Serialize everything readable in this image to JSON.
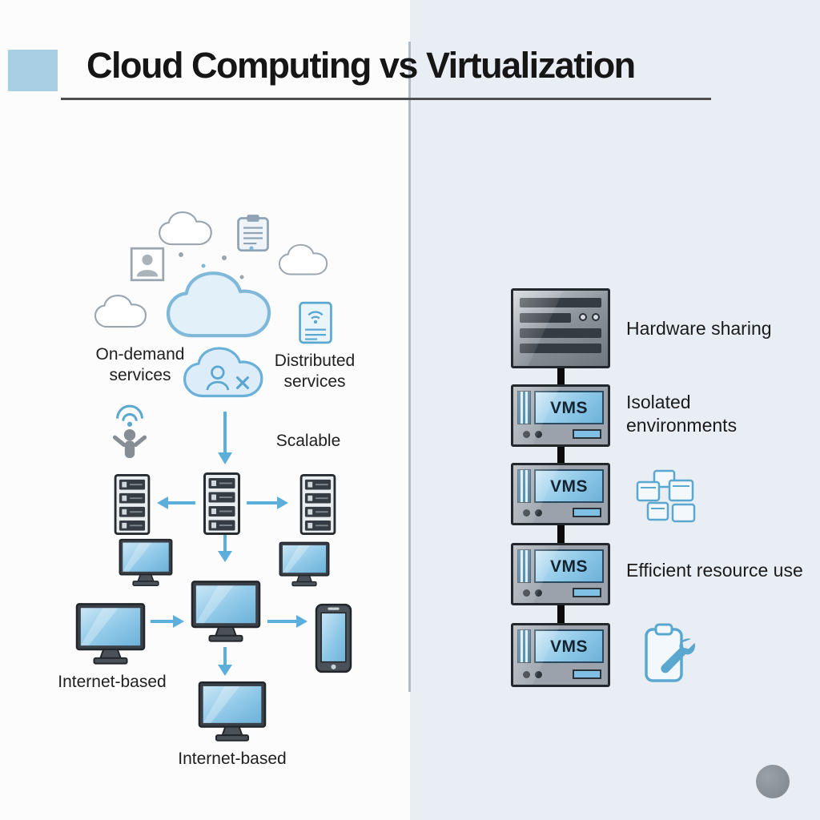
{
  "title": "Cloud Computing vs Virtualization",
  "cloud": {
    "on_demand": "On-demand\nservices",
    "distributed": "Distributed\nservices",
    "scalable": "Scalable",
    "internet_based_left": "Internet-based",
    "internet_based_bottom": "Internet-based"
  },
  "virtualization": {
    "vm_label": "VMS",
    "hardware_sharing": "Hardware sharing",
    "isolated_environments": "Isolated\nenvironments",
    "efficient_resource_use": "Efficient resource use"
  },
  "icons": {
    "cloud": "cloud-icon",
    "clipboard": "clipboard-icon",
    "photo_card": "photo-card-icon",
    "document_wifi": "document-wifi-icon",
    "broadcast_person": "broadcast-person-icon",
    "server": "server-rack-icon",
    "monitor": "monitor-icon",
    "phone": "smartphone-icon",
    "arrow": "flow-arrow-icon",
    "hardware": "hardware-server-icon",
    "vm": "vm-server-icon",
    "window_stack": "window-stack-icon",
    "tools": "tools-wrench-icon"
  },
  "colors": {
    "accent_blue": "#a9cfe5",
    "right_panel": "#e9eef4",
    "arrow_blue": "#5caedb",
    "cloud_fill": "#e2f0fa",
    "cloud_stroke": "#7fb8d8",
    "screen_blue": "#8ec8e8",
    "dark": "#1c1c1c"
  }
}
